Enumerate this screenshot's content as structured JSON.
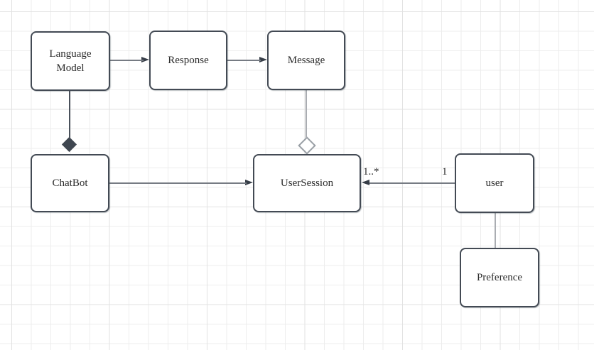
{
  "diagram": {
    "nodes": {
      "language_model": {
        "label": "Language Model"
      },
      "response": {
        "label": "Response"
      },
      "message": {
        "label": "Message"
      },
      "chatbot": {
        "label": "ChatBot"
      },
      "user_session": {
        "label": "UserSession"
      },
      "user": {
        "label": "user"
      },
      "preference": {
        "label": "Preference"
      }
    },
    "edges": {
      "user_to_user_session": {
        "source_multiplicity": "1",
        "target_multiplicity": "1..*"
      }
    },
    "colors": {
      "node_border": "#434a54",
      "node_fill": "#ffffff",
      "text": "#2b2b2b",
      "edge_line": "#767b83",
      "edge_line_light": "#aaadb2",
      "arrowhead": "#363d47",
      "composition_diamond": "#3f4650",
      "aggregation_diamond_border": "#9aa0a6",
      "grid_minor": "#ededed",
      "grid_major": "#e2e2e2",
      "background": "#ffffff"
    }
  }
}
